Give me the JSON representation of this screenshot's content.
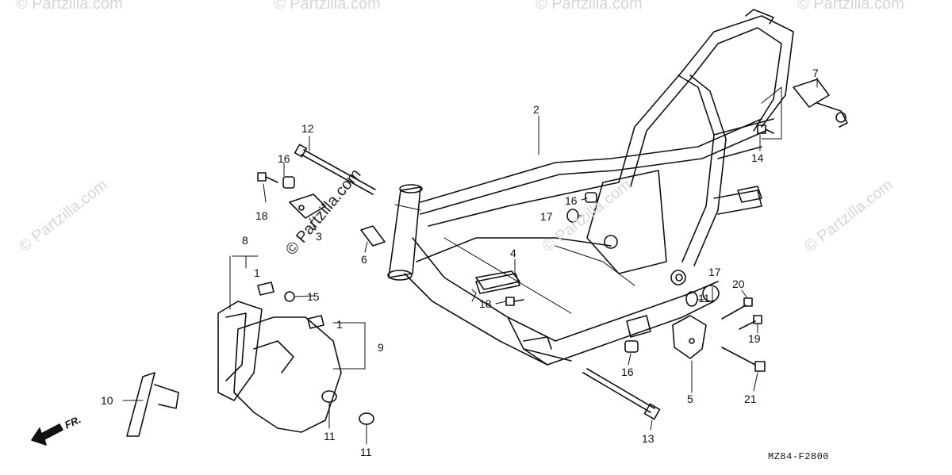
{
  "watermarks": {
    "text": "© Partzilla.com",
    "dark_text": "© Partzilla.com"
  },
  "diagram_code": "MZ84-F2800",
  "direction_label": "FR.",
  "callouts": {
    "c1a": "1",
    "c1b": "1",
    "c2": "2",
    "c3": "3",
    "c4": "4",
    "c5": "5",
    "c6": "6",
    "c7": "7",
    "c8": "8",
    "c9": "9",
    "c10": "10",
    "c11a": "11",
    "c11b": "11",
    "c11c": "11",
    "c12": "12",
    "c13": "13",
    "c14": "14",
    "c15": "15",
    "c16a": "16",
    "c16b": "16",
    "c16c": "16",
    "c17a": "17",
    "c17b": "17",
    "c18a": "18",
    "c18b": "18",
    "c19": "19",
    "c20": "20",
    "c21": "21"
  },
  "colors": {
    "ink": "#111111",
    "watermark": "#d6d6d6",
    "background": "#ffffff"
  }
}
